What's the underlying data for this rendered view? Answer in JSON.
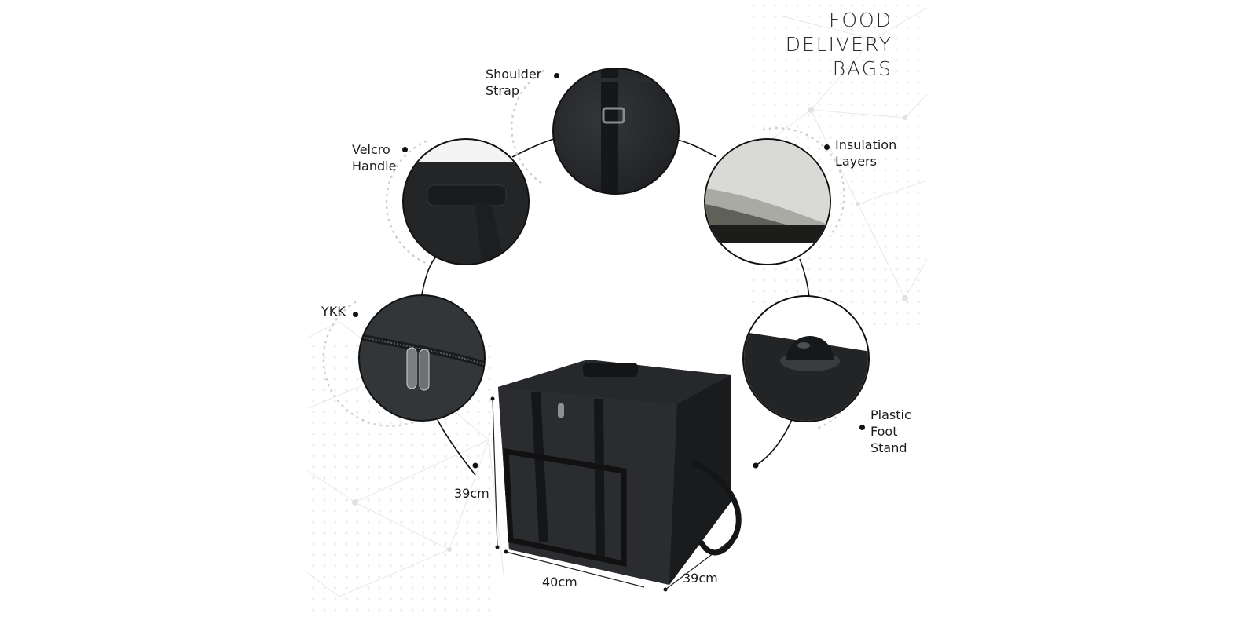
{
  "title": {
    "lines": [
      "FOOD",
      "DELIVERY",
      "BAGS"
    ]
  },
  "features": [
    {
      "id": "shoulder-strap",
      "lines": [
        "Shoulder",
        "Strap"
      ]
    },
    {
      "id": "velcro-handle",
      "lines": [
        "Velcro",
        "Handle"
      ]
    },
    {
      "id": "insulation-layers",
      "lines": [
        "Insulation",
        "Layers"
      ]
    },
    {
      "id": "ykk",
      "lines": [
        "YKK"
      ]
    },
    {
      "id": "plastic-foot-stand",
      "lines": [
        "Plastic",
        "Foot",
        "Stand"
      ]
    }
  ],
  "dimensions": {
    "height": "39cm",
    "width": "40cm",
    "depth": "39cm"
  },
  "colors": {
    "bag": "#1e1f21",
    "bag_highlight": "#2c2e31",
    "line": "#111111",
    "dots": "#c8c8c8",
    "network": "#e6e6e6",
    "insulation_top": "#d7d7d4",
    "insulation_mid": "#6f7166"
  }
}
